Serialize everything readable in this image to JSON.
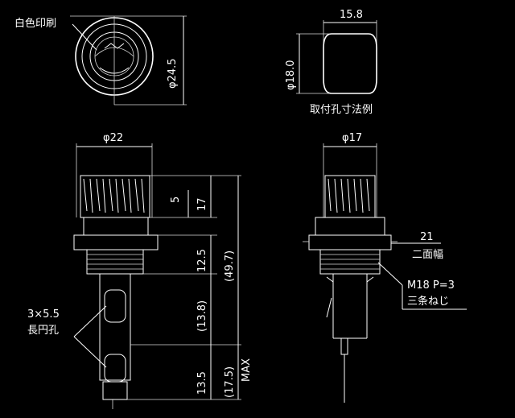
{
  "labels": {
    "white_print": "白色印刷",
    "dia_24_5": "φ24.5",
    "width_15_8": "15.8",
    "dia_18_0": "φ18.0",
    "mount_hole": "取付孔寸法例",
    "dia_22": "φ22",
    "dim_5": "5",
    "dim_17": "17",
    "dim_12_5": "12.5",
    "dim_49_7": "(49.7)",
    "dim_13_8": "(13.8)",
    "dim_13_5": "13.5",
    "dim_17_5": "(17.5)",
    "max": "MAX",
    "holes_size": "3×5.5",
    "holes_type": "長円孔",
    "dia_17": "φ17",
    "dim_21": "21",
    "panel_thickness": "二面幅",
    "thread": "M18 P=3",
    "thread_type": "三条ねじ"
  },
  "colors": {
    "background": "#000000",
    "line": "#ffffff"
  }
}
